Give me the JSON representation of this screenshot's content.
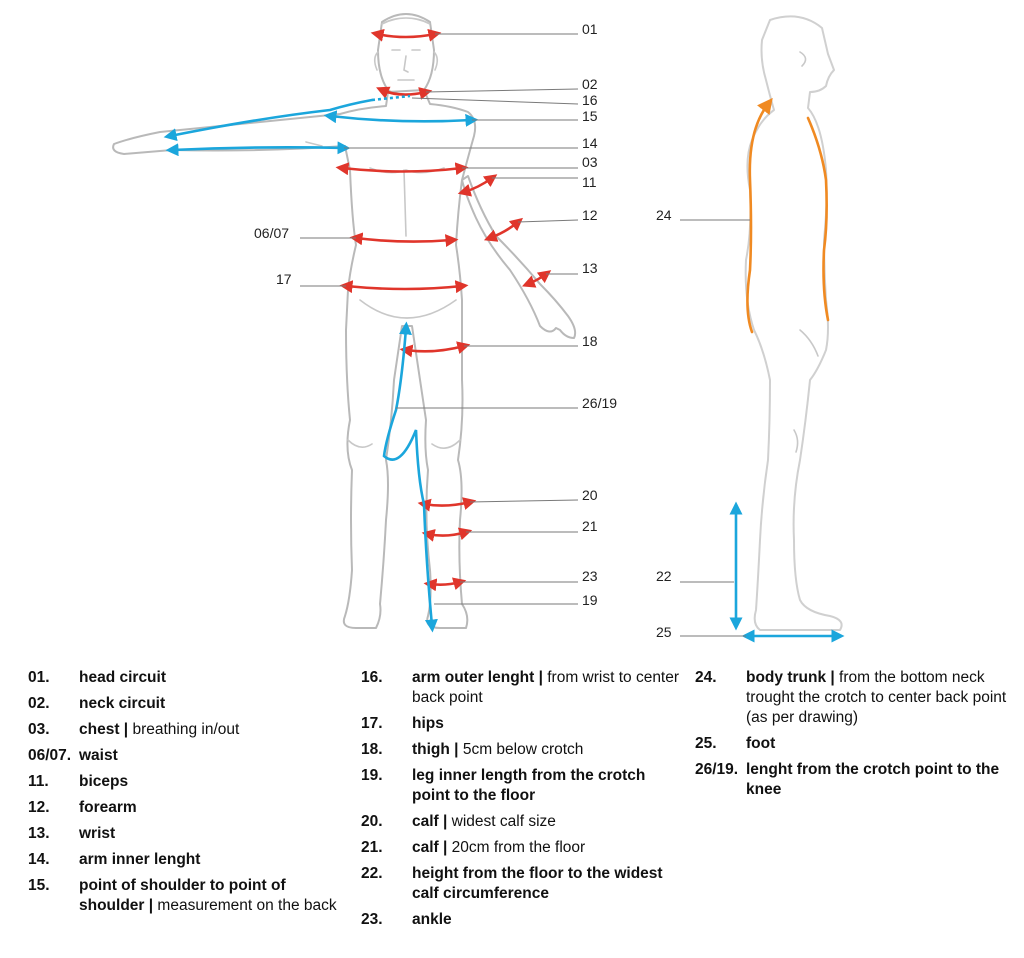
{
  "callouts": {
    "c01": "01",
    "c02": "02",
    "c16": "16",
    "c15": "15",
    "c14": "14",
    "c03": "03",
    "c11": "11",
    "c12": "12",
    "c0607": "06/07",
    "c13": "13",
    "c17": "17",
    "c18": "18",
    "c2619": "26/19",
    "c20": "20",
    "c21": "21",
    "c23": "23",
    "c19": "19",
    "c24": "24",
    "c22": "22",
    "c25": "25"
  },
  "colors": {
    "circumference": "#e0352b",
    "length": "#1ba6dc",
    "body_trunk": "#f08a22",
    "outline": "#b9b9b9"
  },
  "legend": {
    "columns": [
      [
        {
          "num": "01.",
          "name": "head circuit",
          "desc": ""
        },
        {
          "num": "02.",
          "name": "neck circuit",
          "desc": ""
        },
        {
          "num": "03.",
          "name": "chest |",
          "desc": " breathing in/out"
        },
        {
          "num": "06/07.",
          "name": "waist",
          "desc": ""
        },
        {
          "num": "11.",
          "name": "biceps",
          "desc": ""
        },
        {
          "num": "12.",
          "name": "forearm",
          "desc": ""
        },
        {
          "num": "13.",
          "name": "wrist",
          "desc": ""
        },
        {
          "num": "14.",
          "name": "arm inner lenght",
          "desc": ""
        },
        {
          "num": "15.",
          "name": "point of shoulder to point of shoulder |",
          "desc": " measurement on the back"
        }
      ],
      [
        {
          "num": "16.",
          "name": "arm outer lenght |",
          "desc": " from wrist to center back point"
        },
        {
          "num": "17.",
          "name": "hips",
          "desc": ""
        },
        {
          "num": "18.",
          "name": "thigh |",
          "desc": " 5cm below crotch"
        },
        {
          "num": "19.",
          "name": "leg inner length from the crotch point to the floor",
          "desc": ""
        },
        {
          "num": "20.",
          "name": "calf |",
          "desc": " widest calf size"
        },
        {
          "num": "21.",
          "name": "calf |",
          "desc": " 20cm from the floor"
        },
        {
          "num": "22.",
          "name": "height from the floor to the widest calf circumference",
          "desc": ""
        },
        {
          "num": "23.",
          "name": "ankle",
          "desc": ""
        }
      ],
      [
        {
          "num": "24.",
          "name": "body trunk |",
          "desc": " from the bottom neck trought the crotch to center back point (as per drawing)"
        },
        {
          "num": "25.",
          "name": "foot",
          "desc": ""
        },
        {
          "num": "26/19.",
          "name": "lenght from the crotch point to the knee",
          "desc": ""
        }
      ]
    ]
  }
}
